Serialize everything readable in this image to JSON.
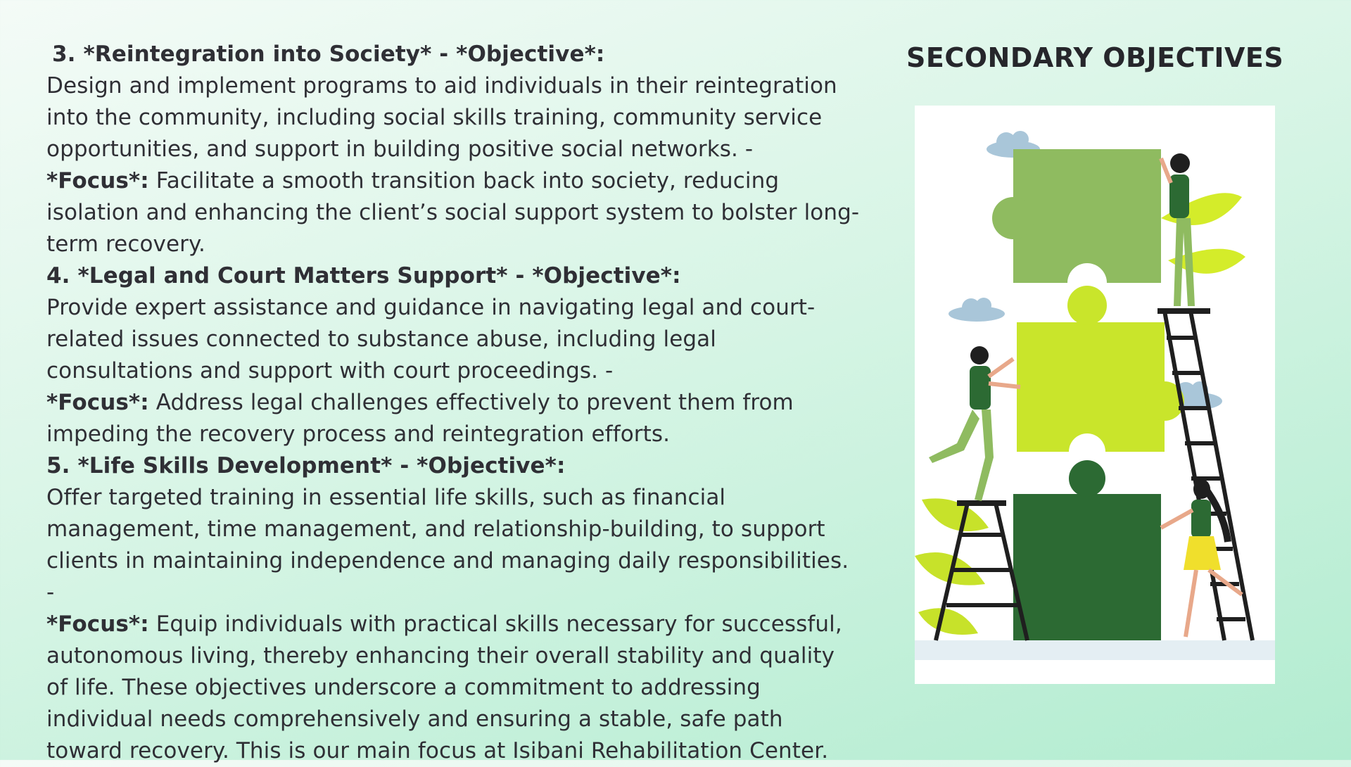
{
  "slide": {
    "title": "SECONDARY OBJECTIVES",
    "colors": {
      "background_start": "#f4fbf7",
      "background_end": "#b2ecd0",
      "text": "#2f2f35",
      "puzzle_light": "#8fbb60",
      "puzzle_lime": "#c9e52b",
      "puzzle_dark": "#2c6a33",
      "cloud": "#a9c6d9"
    },
    "illustration": {
      "description_icon": "puzzle-teamwork-illustration"
    }
  },
  "objectives": [
    {
      "heading": "3. *Reintegration into Society* - *Objective*:",
      "body": "Design and implement programs to aid individuals in their reintegration into the community, including social skills training, community service opportunities, and support in building positive social networks. -",
      "focus_label": "*Focus*:",
      "focus_text": " Facilitate a smooth transition back into society, reducing isolation and enhancing the client’s social support system to bolster long-term recovery."
    },
    {
      "heading": "4. *Legal and Court Matters Support* - *Objective*:",
      "body": "Provide expert assistance and guidance in navigating legal and court-related issues connected to substance abuse, including legal consultations and support with court proceedings. -",
      "focus_label": "*Focus*:",
      "focus_text": " Address legal challenges effectively to prevent them from impeding the recovery process and reintegration efforts."
    },
    {
      "heading": "5. *Life Skills Development* - *Objective*:",
      "body": "Offer targeted training in essential life skills, such as financial management, time management, and relationship-building, to support clients in maintaining independence and managing daily responsibilities. -",
      "focus_label": "*Focus*:",
      "focus_text": " Equip individuals with practical skills necessary for successful, autonomous living, thereby enhancing their overall stability and quality of life. These objectives underscore a commitment to addressing individual needs comprehensively and ensuring a stable, safe path toward recovery. This is our main focus at Isibani Rehabilitation Center."
    }
  ]
}
